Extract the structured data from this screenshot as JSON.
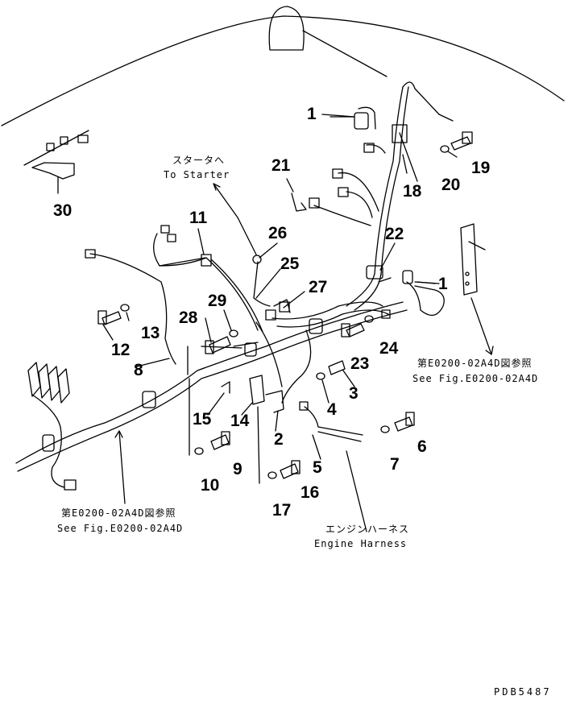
{
  "callouts": [
    "1",
    "1",
    "2",
    "3",
    "4",
    "5",
    "6",
    "7",
    "8",
    "9",
    "10",
    "11",
    "12",
    "13",
    "14",
    "15",
    "16",
    "17",
    "18",
    "19",
    "20",
    "21",
    "22",
    "23",
    "24",
    "25",
    "26",
    "27",
    "28",
    "29",
    "30"
  ],
  "notes": {
    "to_starter_jp": "スタータへ",
    "to_starter_en": "To Starter",
    "ref_right_jp": "第E0200-02A4D図参照",
    "ref_right_en": "See Fig.E0200-02A4D",
    "ref_left_jp": "第E0200-02A4D図参照",
    "ref_left_en": "See Fig.E0200-02A4D",
    "engine_jp": "エンジンハーネス",
    "engine_en": "Engine Harness"
  },
  "drawing_code": "PDB5487"
}
